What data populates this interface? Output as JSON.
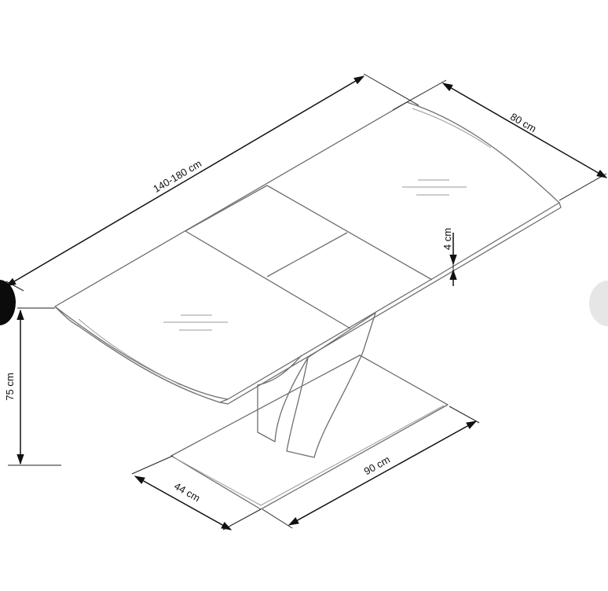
{
  "dimensions": {
    "length": "140-180 cm",
    "width": "80 cm",
    "top_thickness": "4 cm",
    "height": "75 cm",
    "base_length": "90 cm",
    "base_width": "44 cm"
  },
  "nav": {
    "prev_icon": "carousel-prev-icon",
    "next_icon": "carousel-next-icon"
  }
}
